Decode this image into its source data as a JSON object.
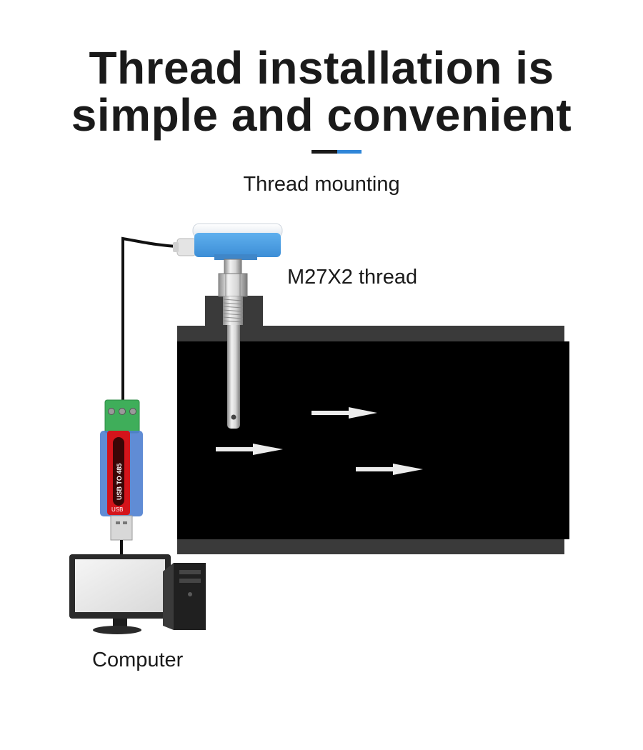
{
  "header": {
    "title_line1": "Thread installation is",
    "title_line2": "simple and convenient",
    "subtitle": "Thread mounting"
  },
  "labels": {
    "thread": "M27X2 thread",
    "computer": "Computer"
  },
  "converter": {
    "text_main": "USB TO 485",
    "text_usb": "USB"
  },
  "colors": {
    "title": "#1a1a1a",
    "accent_dark": "#1a1a1a",
    "accent_blue": "#2f86d8",
    "pipe_wall": "#3a3a3a",
    "pipe_fill": "#000000",
    "sensor_housing": "#4b9ee0",
    "terminal_green": "#3fae5a",
    "converter_red": "#d4141b",
    "converter_blue": "#4f7fd0"
  },
  "icons": [
    "flow-arrow-icon",
    "computer-icon",
    "sensor-icon",
    "usb-converter-icon"
  ]
}
